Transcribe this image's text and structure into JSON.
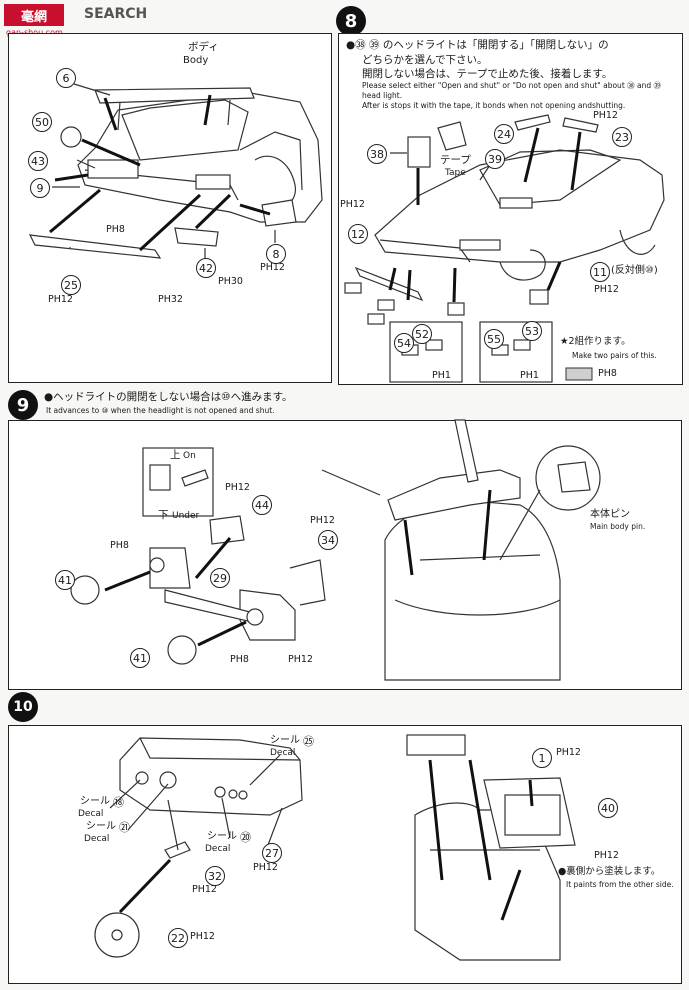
{
  "watermark": {
    "brand": "SEARCH",
    "site": "gan-shou.com",
    "logo_text": "毫網"
  },
  "step8": {
    "number": "8",
    "jp_line1": "●㊳ ㊴ のヘッドライトは「開閉する」「開閉しない」の",
    "jp_line2": "どちらかを選んで下さい。",
    "jp_line3": "開閉しない場合は、テープで止めた後、接着します。",
    "en_line1": "Please select either \"Open and shut\" or \"Do not open and shut\" about ㊳ and ㊴",
    "en_line2": "head light.",
    "en_line3": "After is stops it with the tape, it bonds when not opening andshutting.",
    "tape_jp": "テープ",
    "tape_en": "Tape",
    "opposite_side": "(反対側⑩)",
    "two_pairs_jp": "★2組作ります。",
    "two_pairs_en": "Make two pairs of this.",
    "legend_ph": "PH8",
    "parts": {
      "p38": "38",
      "p39": "39",
      "p24": "24",
      "p23": "23",
      "p12": "12",
      "p11": "11",
      "p52": "52",
      "p54": "54",
      "p55": "55",
      "p53": "53"
    },
    "ph_labels": {
      "a": "PH12",
      "b": "PH12",
      "c": "PH12",
      "d": "PH1",
      "e": "PH1"
    }
  },
  "step_body": {
    "body_jp": "ボディ",
    "body_en": "Body",
    "parts": {
      "p6": "6",
      "p50": "50",
      "p43": "43",
      "p9": "9",
      "p25": "25",
      "p42": "42",
      "p8": "8"
    },
    "ph_labels": {
      "a": "PH8",
      "b": "PH12",
      "c": "PH32",
      "d": "PH30",
      "e": "PH12"
    }
  },
  "step9": {
    "number": "9",
    "jp": "●ヘッドライトの開閉をしない場合は⑩へ進みます。",
    "en": "It advances to ⑩ when the headlight is not opened and shut.",
    "up_jp": "上",
    "up_en": "On",
    "down_jp": "下",
    "down_en": "Under",
    "pin_jp": "本体ピン",
    "pin_en": "Main body pin.",
    "parts": {
      "p44": "44",
      "p34": "34",
      "p29": "29",
      "p41a": "41",
      "p41b": "41"
    },
    "ph_labels": {
      "a": "PH12",
      "b": "PH12",
      "c": "PH8",
      "d": "PH8",
      "e": "PH12"
    }
  },
  "step10": {
    "number": "10",
    "decal_jp": "シール",
    "decal_en": "Decal",
    "decals": {
      "d25": "㉕",
      "d18": "⑱",
      "d21": "㉑",
      "d20": "⑳"
    },
    "paint_jp": "●裏側から塗装します。",
    "paint_en": "It paints from the other side.",
    "parts": {
      "p27": "27",
      "p32": "32",
      "p22": "22",
      "p1": "1",
      "p40": "40"
    },
    "ph_labels": {
      "a": "PH12",
      "b": "PH12",
      "c": "PH12",
      "d": "PH12",
      "e": "PH12"
    }
  }
}
